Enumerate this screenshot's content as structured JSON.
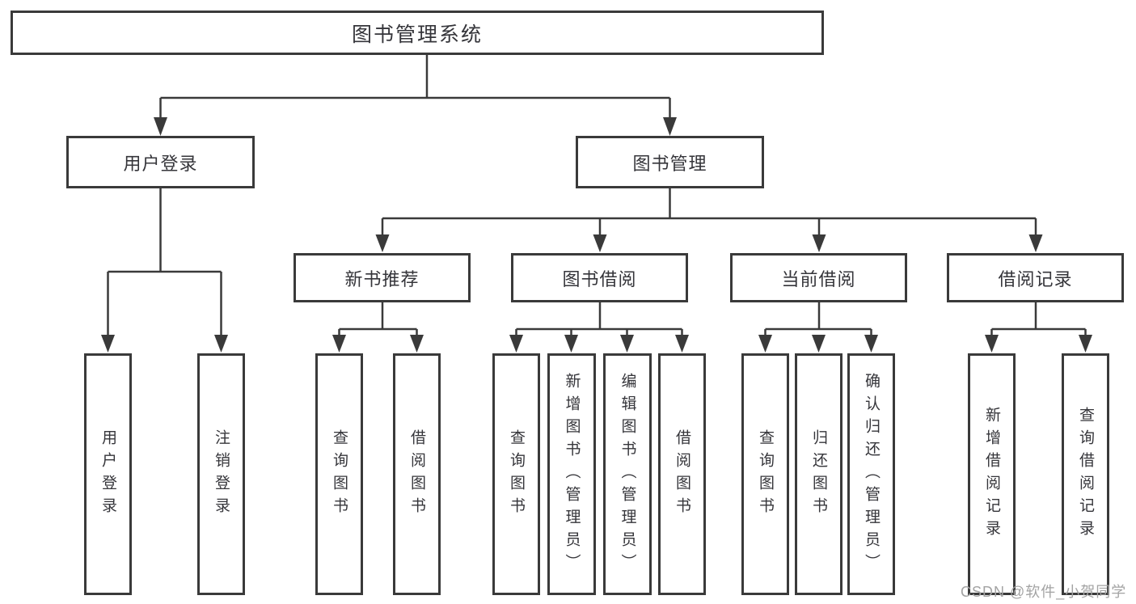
{
  "diagram": {
    "root": {
      "label": "图书管理系统"
    },
    "branches": [
      {
        "label": "用户登录",
        "children": [
          {
            "label": "用户登录"
          },
          {
            "label": "注销登录"
          }
        ]
      },
      {
        "label": "图书管理",
        "children": [
          {
            "label": "新书推荐",
            "children": [
              {
                "label": "查询图书"
              },
              {
                "label": "借阅图书"
              }
            ]
          },
          {
            "label": "图书借阅",
            "children": [
              {
                "label": "查询图书"
              },
              {
                "label": "新增图书（管理员）"
              },
              {
                "label": "编辑图书（管理员）"
              },
              {
                "label": "借阅图书"
              }
            ]
          },
          {
            "label": "当前借阅",
            "children": [
              {
                "label": "查询图书"
              },
              {
                "label": "归还图书"
              },
              {
                "label": "确认归还（管理员）"
              }
            ]
          },
          {
            "label": "借阅记录",
            "children": [
              {
                "label": "新增借阅记录"
              },
              {
                "label": "查询借阅记录"
              }
            ]
          }
        ]
      }
    ]
  },
  "watermark": {
    "text": "CSDN @软件_小贺同学"
  },
  "colors": {
    "line": "#3a3a3a",
    "text": "#35353a",
    "background": "#ffffff",
    "watermark": "#a3a3a3"
  }
}
